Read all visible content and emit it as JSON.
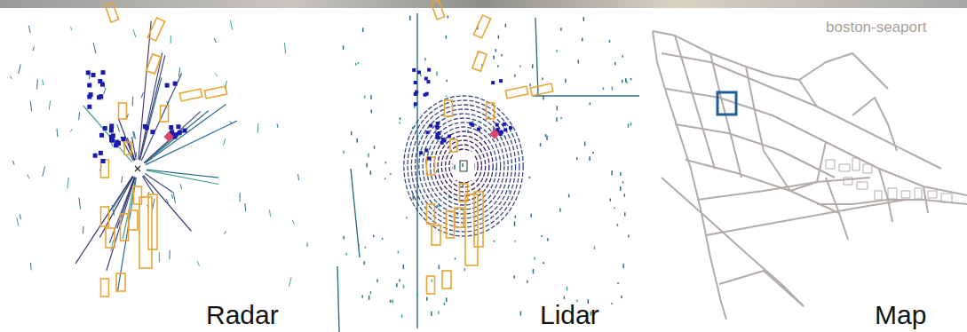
{
  "diagram": {
    "labels": [
      "Radar",
      "Lidar",
      "Map",
      "boston-seaport"
    ]
  }
}
